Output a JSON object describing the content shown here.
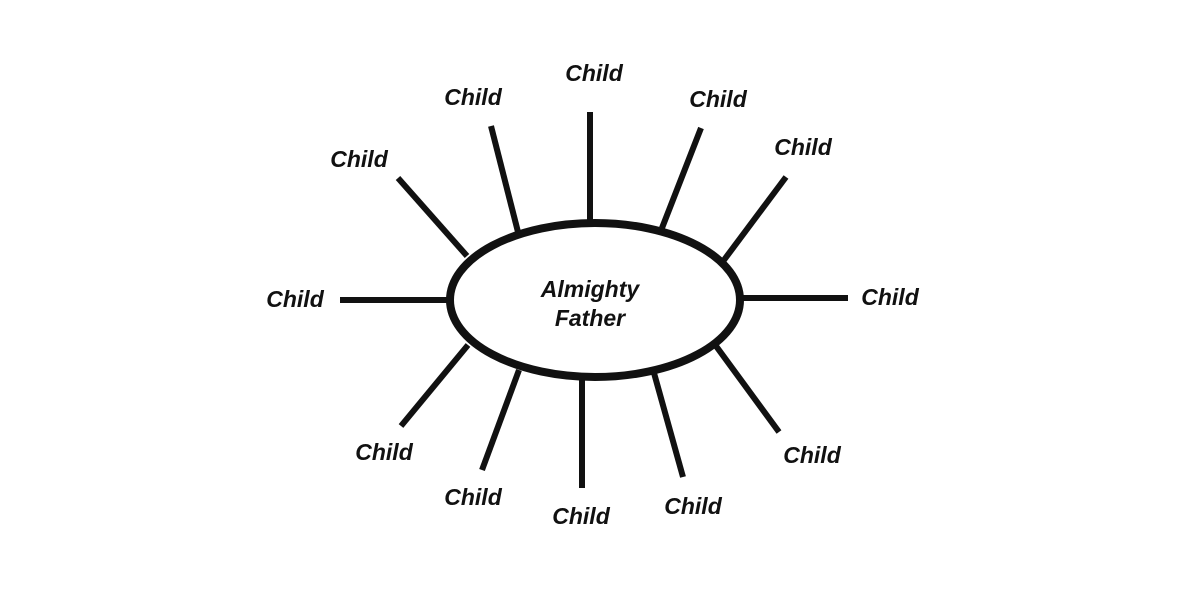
{
  "center": {
    "line1": "Almighty",
    "line2": "Father"
  },
  "children": [
    {
      "label": "Child"
    },
    {
      "label": "Child"
    },
    {
      "label": "Child"
    },
    {
      "label": "Child"
    },
    {
      "label": "Child"
    },
    {
      "label": "Child"
    },
    {
      "label": "Child"
    },
    {
      "label": "Child"
    },
    {
      "label": "Child"
    },
    {
      "label": "Child"
    },
    {
      "label": "Child"
    },
    {
      "label": "Child"
    }
  ],
  "colors": {
    "stroke": "#111111",
    "background": "#ffffff"
  }
}
